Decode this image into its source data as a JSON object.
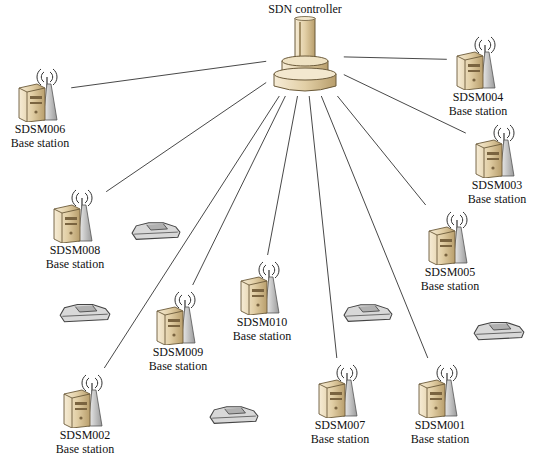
{
  "diagram": {
    "nodes": [
      {
        "text": [
          "SDN controller"
        ]
      },
      {
        "text": [
          "SDSM006",
          "Base station"
        ]
      },
      {
        "text": [
          "SDSM004",
          "Base station"
        ]
      },
      {
        "text": [
          "SDSM003",
          "Base station"
        ]
      },
      {
        "text": [
          "SDSM008",
          "Base station"
        ]
      },
      {
        "text": [
          "SDSM005",
          "Base station"
        ]
      },
      {
        "text": [
          "SDSM010",
          "Base station"
        ]
      },
      {
        "text": [
          "SDSM009",
          "Base station"
        ]
      },
      {
        "text": [
          "SDSM002",
          "Base station"
        ]
      },
      {
        "text": [
          "SDSM007",
          "Base station"
        ]
      },
      {
        "text": [
          "SDSM001",
          "Base station"
        ]
      }
    ],
    "edges": [
      {
        "from": 0,
        "to": 1,
        "arrow": "none"
      },
      {
        "from": 0,
        "to": 2,
        "arrow": "none"
      },
      {
        "from": 0,
        "to": 3,
        "arrow": "none"
      },
      {
        "from": 0,
        "to": 4,
        "arrow": "none"
      },
      {
        "from": 0,
        "to": 5,
        "arrow": "none"
      },
      {
        "from": 0,
        "to": 6,
        "arrow": "none"
      },
      {
        "from": 0,
        "to": 7,
        "arrow": "none"
      },
      {
        "from": 0,
        "to": 8,
        "arrow": "none"
      },
      {
        "from": 0,
        "to": 9,
        "arrow": "none"
      },
      {
        "from": 0,
        "to": 10,
        "arrow": "none"
      }
    ]
  }
}
